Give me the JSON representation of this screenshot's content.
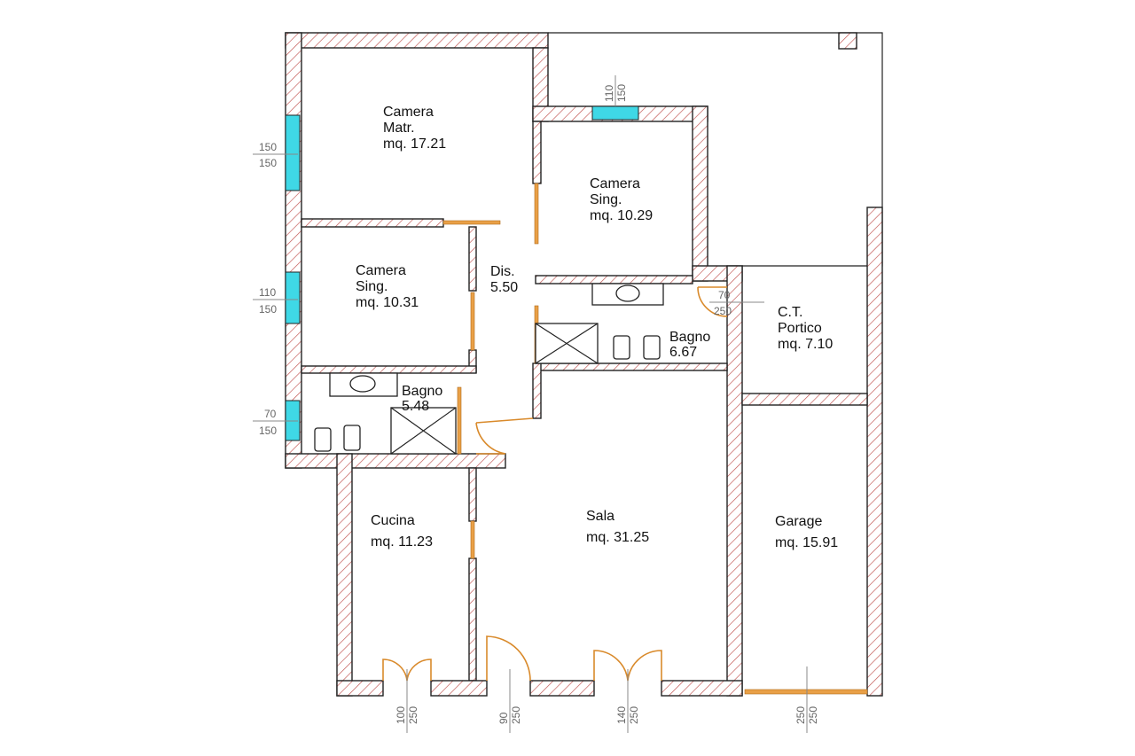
{
  "plan": {
    "colors": {
      "wall_hatch": "#c0504d",
      "window_glass": "#3fd8e6",
      "door": "#d98a2b",
      "outline": "#222222"
    },
    "rooms": [
      {
        "id": "camera-matr",
        "lines": [
          "Camera",
          "Matr.",
          "mq. 17.21"
        ]
      },
      {
        "id": "camera-sing-2",
        "lines": [
          "Camera",
          "Sing.",
          "mq. 10.29"
        ]
      },
      {
        "id": "camera-sing-1",
        "lines": [
          "Camera",
          "Sing.",
          "mq. 10.31"
        ]
      },
      {
        "id": "disimpegno",
        "lines": [
          "Dis.",
          "5.50"
        ]
      },
      {
        "id": "bagno-2",
        "lines": [
          "Bagno",
          "6.67"
        ]
      },
      {
        "id": "ct-portico",
        "lines": [
          "C.T.",
          "Portico",
          "mq. 7.10"
        ]
      },
      {
        "id": "bagno-1",
        "lines": [
          "Bagno",
          "5.48"
        ]
      },
      {
        "id": "cucina",
        "lines": [
          "Cucina",
          "mq. 11.23"
        ]
      },
      {
        "id": "sala",
        "lines": [
          "Sala",
          "mq. 31.25"
        ]
      },
      {
        "id": "garage",
        "lines": [
          "Garage",
          "mq. 15.91"
        ]
      }
    ],
    "openings": [
      {
        "id": "window-camera-matr",
        "width": "150",
        "height": "150"
      },
      {
        "id": "window-camera-sing-2",
        "width": "110",
        "height": "150"
      },
      {
        "id": "window-camera-sing-1",
        "width": "110",
        "height": "150"
      },
      {
        "id": "window-bagno-1",
        "width": "70",
        "height": "150"
      },
      {
        "id": "door-ct",
        "width": "70",
        "height": "250"
      },
      {
        "id": "door-cucina",
        "width": "100",
        "height": "250"
      },
      {
        "id": "door-entrance",
        "width": "90",
        "height": "250"
      },
      {
        "id": "door-sala",
        "width": "140",
        "height": "250"
      },
      {
        "id": "door-garage",
        "width": "250",
        "height": "250"
      }
    ]
  }
}
